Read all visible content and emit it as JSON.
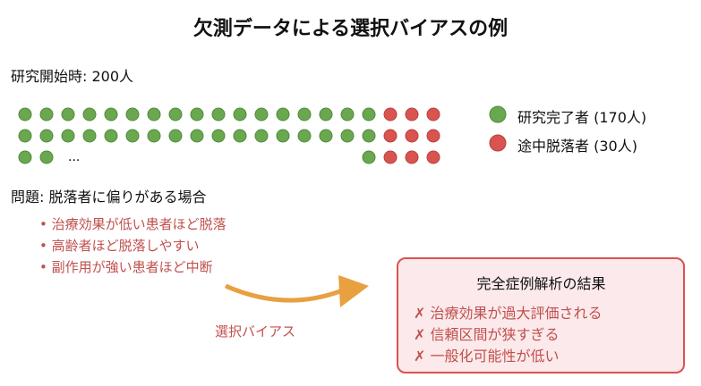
{
  "title": "欠測データによる選択バイアスの例",
  "start_label": "研究開始時: 200人",
  "ellipsis": "...",
  "dots": {
    "row1": {
      "green": 17,
      "red": 3
    },
    "row2": {
      "green": 17,
      "red": 3
    },
    "row3_left_green": 2,
    "row3_right": {
      "green": 1,
      "red": 3
    }
  },
  "legend": [
    {
      "label": "研究完了者 (170人)",
      "color": "#6AA84F"
    },
    {
      "label": "途中脱落者 (30人)",
      "color": "#D9534F"
    }
  ],
  "problem_label": "問題: 脱落者に偏りがある場合",
  "problems": [
    "• 治療効果が低い患者ほど脱落",
    "• 高齢者ほど脱落しやすい",
    "• 副作用が強い患者ほど中断"
  ],
  "arrow_label": "選択バイアス",
  "result": {
    "title": "完全症例解析の結果",
    "items": [
      "✗ 治療効果が過大評価される",
      "✗ 信頼区間が狭すぎる",
      "✗ 一般化可能性が低い"
    ]
  },
  "colors": {
    "green": "#6AA84F",
    "red": "#D9534F",
    "arrow": "#E8A040"
  }
}
